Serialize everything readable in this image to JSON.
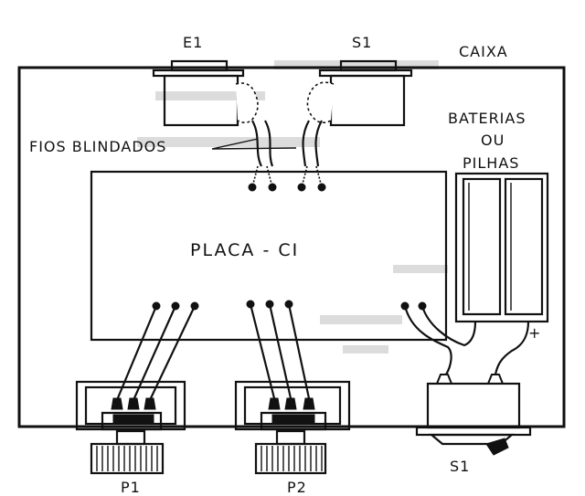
{
  "labels": {
    "e1": "E1",
    "s1_top": "S1",
    "caixa": "CAIXA",
    "baterias": "BATERIAS",
    "ou": "OU",
    "pilhas": "PILHAS",
    "fios_blindados": "FIOS BLINDADOS",
    "placa_ci": "PLACA - CI",
    "plus": "+",
    "s1_bottom": "S1",
    "p1": "P1",
    "p2": "P2"
  }
}
